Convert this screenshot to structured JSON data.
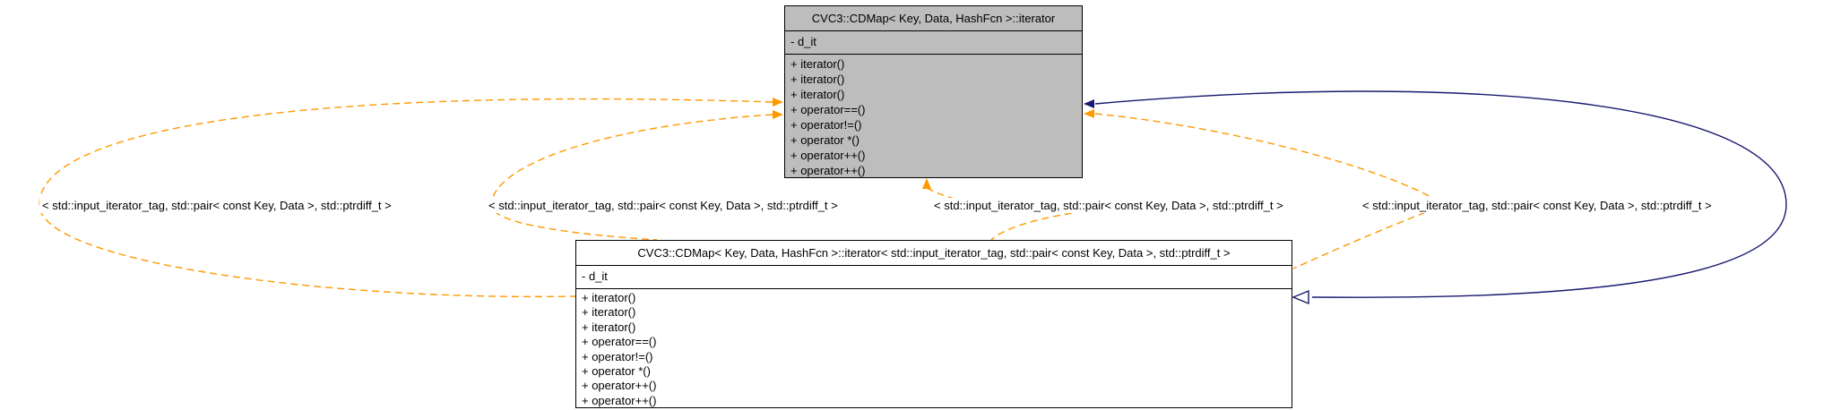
{
  "colors": {
    "template_edge": "#ff9900",
    "inheritance_edge": "#191970",
    "template_class_fill": "#bdbdbd",
    "instance_class_fill": "#ffffff",
    "border": "#000000"
  },
  "template_class": {
    "title": "CVC3::CDMap< Key, Data, HashFcn >::iterator",
    "attributes": [
      "- d_it"
    ],
    "methods": [
      "+ iterator()",
      "+ iterator()",
      "+ iterator()",
      "+ operator==()",
      "+ operator!=()",
      "+ operator *()",
      "+ operator++()",
      "+ operator++()"
    ]
  },
  "instance_class": {
    "title": "CVC3::CDMap< Key, Data, HashFcn >::iterator< std::input_iterator_tag, std::pair< const Key, Data >, std::ptrdiff_t >",
    "attributes": [
      "- d_it"
    ],
    "methods": [
      "+ iterator()",
      "+ iterator()",
      "+ iterator()",
      "+ operator==()",
      "+ operator!=()",
      "+ operator *()",
      "+ operator++()",
      "+ operator++()"
    ]
  },
  "edge_labels": [
    "< std::input_iterator_tag, std::pair< const Key, Data >, std::ptrdiff_t >",
    "< std::input_iterator_tag, std::pair< const Key, Data >, std::ptrdiff_t >",
    "< std::input_iterator_tag, std::pair< const Key, Data >, std::ptrdiff_t >",
    "< std::input_iterator_tag, std::pair< const Key, Data >, std::ptrdiff_t >"
  ]
}
